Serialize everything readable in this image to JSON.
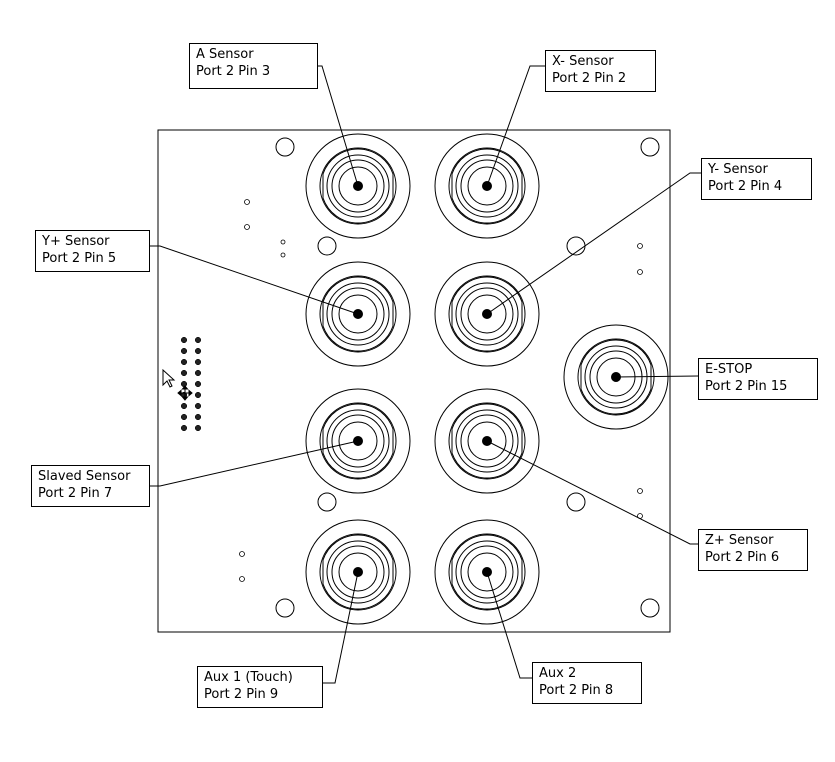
{
  "diagram": {
    "connectors": [
      {
        "id": "a-sensor",
        "label": "A Sensor",
        "pin": "Port 2 Pin 3"
      },
      {
        "id": "x-minus-sensor",
        "label": "X- Sensor",
        "pin": "Port 2 Pin 2"
      },
      {
        "id": "y-minus-sensor",
        "label": "Y- Sensor",
        "pin": "Port 2 Pin 4"
      },
      {
        "id": "y-plus-sensor",
        "label": "Y+ Sensor",
        "pin": "Port 2 Pin 5"
      },
      {
        "id": "e-stop",
        "label": "E-STOP",
        "pin": "Port 2 Pin 15"
      },
      {
        "id": "slaved-sensor",
        "label": "Slaved Sensor",
        "pin": "Port 2 Pin 7"
      },
      {
        "id": "z-plus-sensor",
        "label": "Z+ Sensor",
        "pin": "Port 2 Pin 6"
      },
      {
        "id": "aux-1",
        "label": "Aux 1 (Touch)",
        "pin": "Port 2 Pin 9"
      },
      {
        "id": "aux-2",
        "label": "Aux 2",
        "pin": "Port 2 Pin 8"
      }
    ],
    "line_color": "#000000",
    "board_color": "#ffffff",
    "icons": [
      "pointer-arrow-icon",
      "move-cursor-icon"
    ]
  }
}
